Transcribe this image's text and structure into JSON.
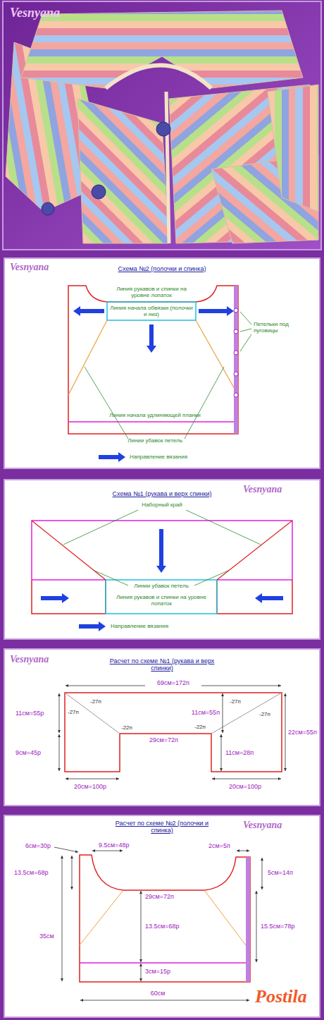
{
  "diagram": {
    "labels": [
      "Vesnyana",
      "Vesnyana",
      "Схема №2 (полочки и спинка)",
      "Линия рукавов и спинки на уровне лопаток",
      "Линия начала обвязки (полочки и низ)",
      "Линия начала удлиняющей планки",
      "Линии убавок петель",
      "Петельки под пуговицы",
      "Направление вязания",
      "Vesnyana",
      "Схема №1 (рукава и верх спинки)",
      "Наборный край",
      "Линии убавок петель",
      "Линия рукавов и спинки на уровне лопаток",
      "Направление вязания",
      "Vesnyana",
      "Расчет по схеме №1 (рукава и верх спинки)",
      "69см=172п",
      "-27п",
      "-27п",
      "-27п",
      "-27п",
      "-22п",
      "-22п",
      "11см=55р",
      "9см=45р",
      "29см=72п",
      "11см=55п",
      "11см=28п",
      "22см=55п",
      "20см=100р",
      "20см=100р",
      "Расчет по схеме №2 (полочки и спинка)",
      "Vesnyana",
      "6см=30р",
      "9.5см=48р",
      "2см=5п",
      "5см=14п",
      "13.5см=68р",
      "35см",
      "29см=72п",
      "13.5см=68р",
      "15.5см=78р",
      "3см=15р",
      "60см",
      "Postila"
    ]
  }
}
